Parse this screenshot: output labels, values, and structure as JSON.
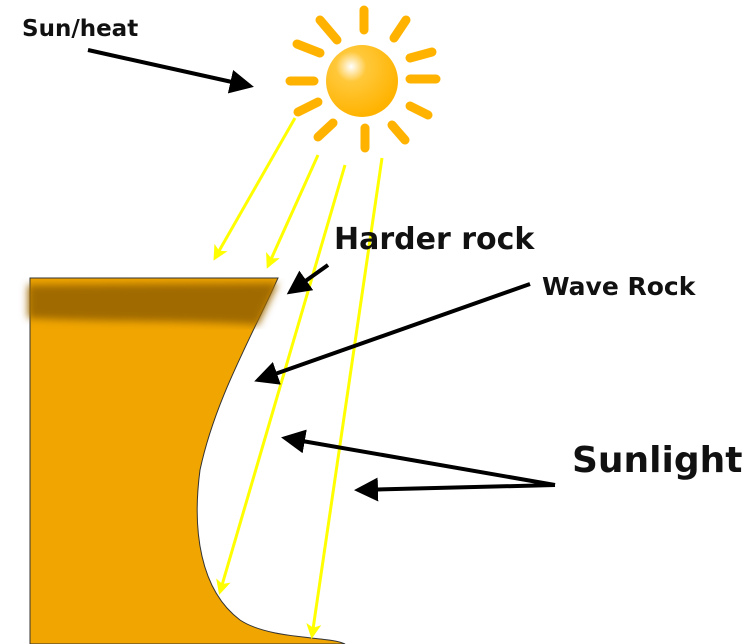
{
  "labels": {
    "sun": "Sun/heat",
    "harder_rock": "Harder rock",
    "wave_rock": "Wave Rock",
    "sunlight": "Sunlight"
  },
  "colors": {
    "sun": "#FFB300",
    "ray": "#FFFF00",
    "rock": "#F0A500",
    "hard_rock": "#A06A00",
    "arrow": "#000000"
  }
}
